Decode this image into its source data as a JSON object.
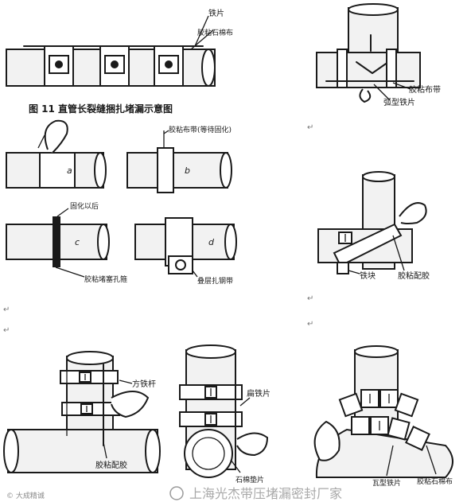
{
  "figure_title": "图 11   直管长裂缝捆扎堵漏示意图",
  "labels": {
    "iron_plate": "铁片",
    "adhesive_asbestos_cloth": "胶粘石棉布",
    "adhesive_cloth_strip": "胶粘布带(等待固化)",
    "cured_ring": "固化以后",
    "adhesive_plug_hole": "胶粘堵塞孔箍",
    "stack_clamp": "叠层扎钢带",
    "adhesive_cloth": "胶粘布带",
    "arc_iron_plate": "弧型铁片",
    "iron_block": "铁块",
    "adhesive_putty": "胶粘配胶",
    "square_iron_rod": "方铁杆",
    "adhesive_putty_2": "胶粘配胶",
    "flat_iron_plate": "扁铁片",
    "asbestos_pad": "石棉垫片",
    "tile_iron_plate": "瓦型铁片",
    "adhesive_asbestos_cloth_2": "胶粘石棉布"
  },
  "step_letters": [
    "a",
    "b",
    "c",
    "d"
  ],
  "paragraph_mark": "↵",
  "watermark": {
    "left": "© 大成精诚",
    "right": "上海光杰带压堵漏密封厂家"
  }
}
